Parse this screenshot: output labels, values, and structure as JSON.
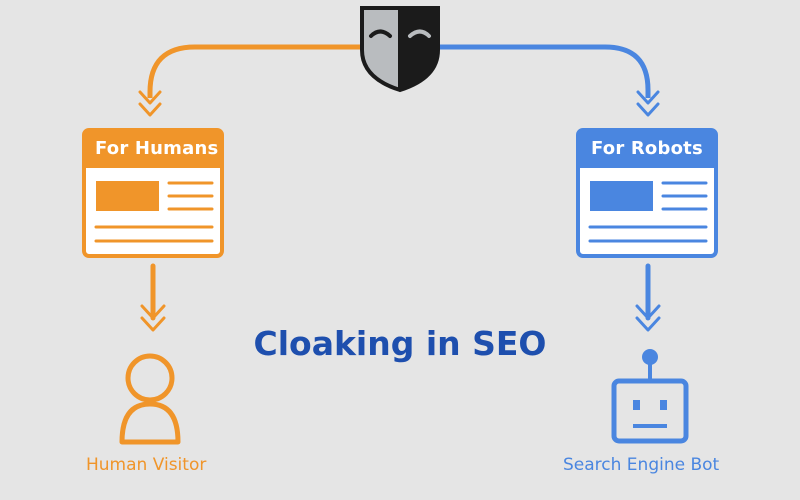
{
  "title": "Cloaking in SEO",
  "colors": {
    "background": "#e5e5e5",
    "human_accent": "#f0952a",
    "robot_accent": "#4a86e0",
    "title": "#1e4fae",
    "mask_fill": "#b9bcbf",
    "mask_stroke": "#1b1b1b"
  },
  "icons": {
    "mask": "theater-mask-icon",
    "human": "person-icon",
    "robot": "robot-icon"
  },
  "humans": {
    "card_title": "For Humans",
    "caption": "Human Visitor"
  },
  "robots": {
    "card_title": "For Robots",
    "caption": "Search Engine Bot"
  }
}
